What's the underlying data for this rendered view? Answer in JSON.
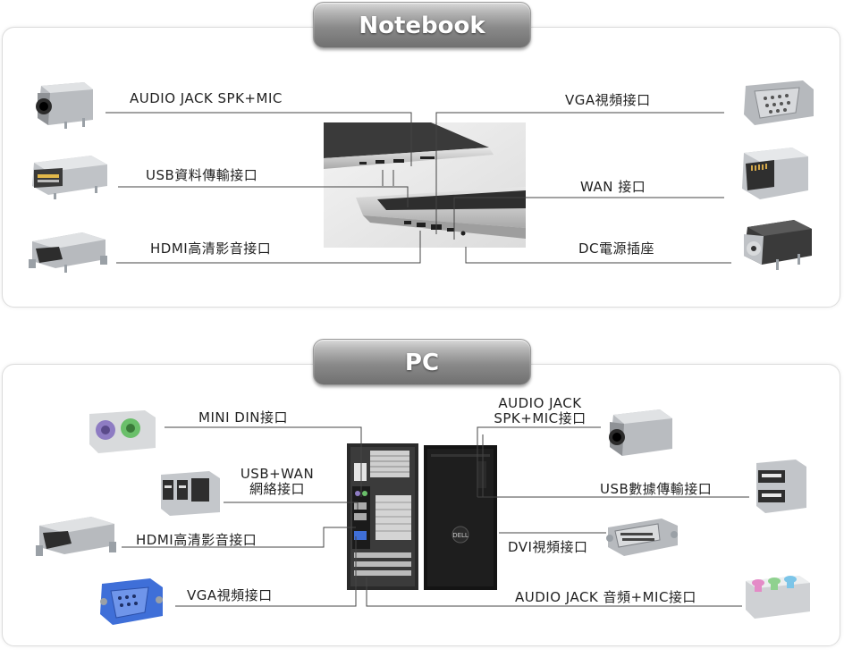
{
  "notebook": {
    "title": "Notebook",
    "labels": {
      "audio_jack": "AUDIO JACK SPK+MIC",
      "usb": "USB資料傳輸接口",
      "hdmi": "HDMI高清影音接口",
      "vga": "VGA視頻接口",
      "wan": "WAN 接口",
      "dc": "DC電源插座"
    }
  },
  "pc": {
    "title": "PC",
    "labels": {
      "mini_din": "MINI DIN接口",
      "usb_wan_line1": "USB+WAN",
      "usb_wan_line2": "網絡接口",
      "hdmi": "HDMI高清影音接口",
      "vga": "VGA視頻接口",
      "audio_jack_line1": "AUDIO JACK",
      "audio_jack_line2": "SPK+MIC接口",
      "usb_data": "USB數據傳輸接口",
      "dvi": "DVI視頻接口",
      "audio_jack_mic": "AUDIO JACK 音頻+MIC接口"
    }
  },
  "brand_logo": "DELL",
  "colors": {
    "pill_top": "#d9d9d9",
    "pill_bottom": "#707070",
    "line": "#444444",
    "metal": "#b9bcc0",
    "ps2_purple": "#8e7cc3",
    "ps2_green": "#6abf6a",
    "vga_blue": "#3f6fd8"
  }
}
